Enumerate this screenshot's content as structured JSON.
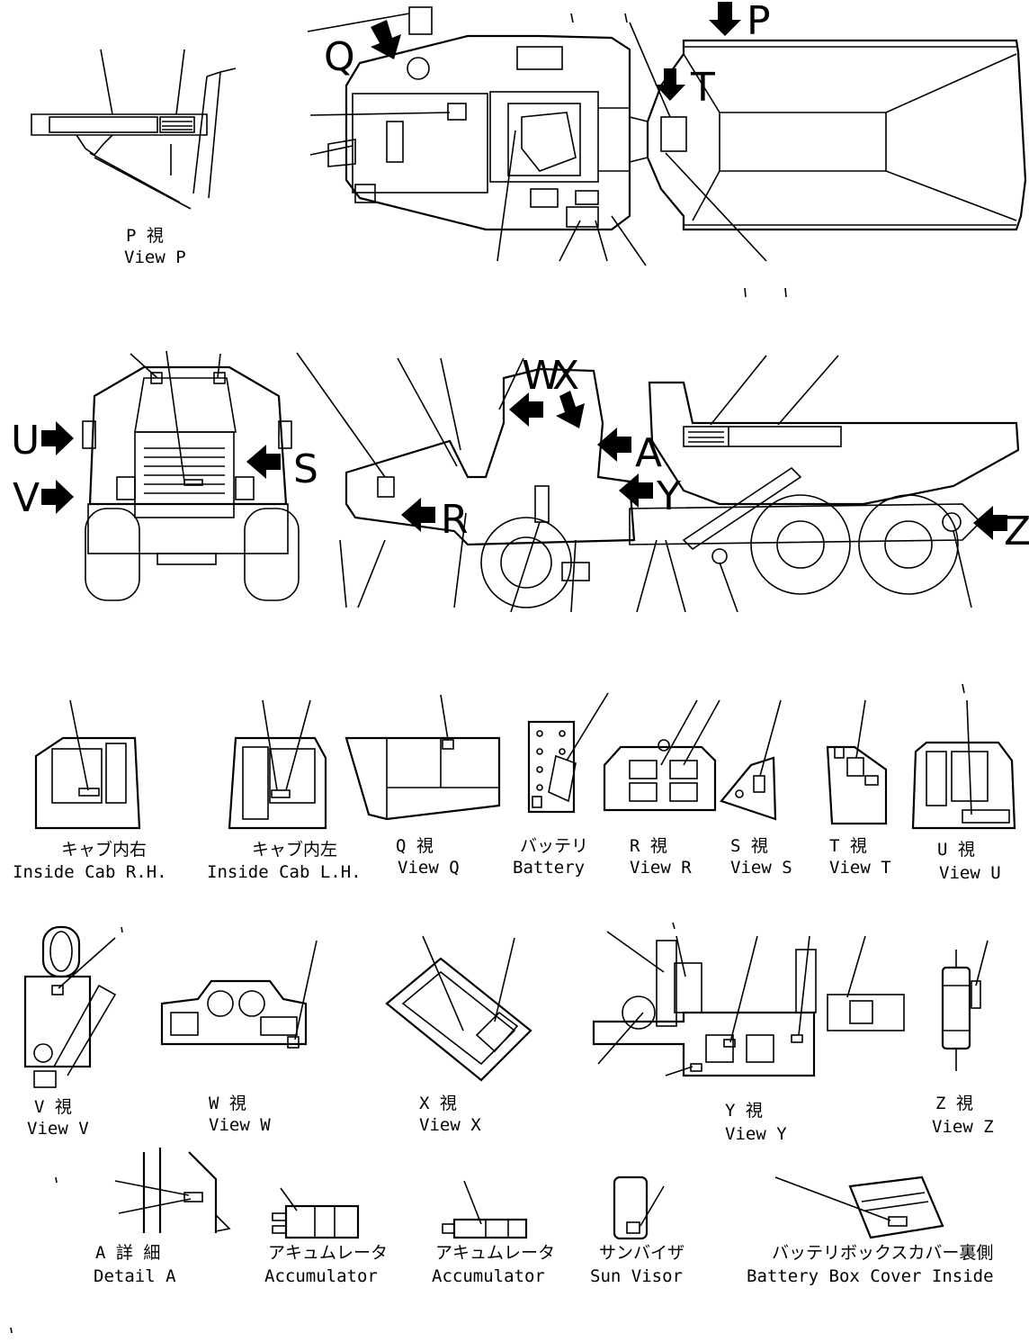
{
  "views": {
    "p": {
      "jp": "P 視",
      "en": "View P"
    },
    "cab_rh": {
      "jp": "キャブ内右",
      "en": "Inside Cab R.H."
    },
    "cab_lh": {
      "jp": "キャブ内左",
      "en": "Inside Cab L.H."
    },
    "q": {
      "jp": "Q 視",
      "en": "View Q"
    },
    "battery": {
      "jp": "バッテリ",
      "en": "Battery"
    },
    "r": {
      "jp": "R 視",
      "en": "View R"
    },
    "s": {
      "jp": "S 視",
      "en": "View S"
    },
    "t": {
      "jp": "T 視",
      "en": "View T"
    },
    "u": {
      "jp": "U 視",
      "en": "View U"
    },
    "v": {
      "jp": "V 視",
      "en": "View V"
    },
    "w": {
      "jp": "W 視",
      "en": "View W"
    },
    "x": {
      "jp": "X 視",
      "en": "View X"
    },
    "y": {
      "jp": "Y 視",
      "en": "View Y"
    },
    "z": {
      "jp": "Z 視",
      "en": "View Z"
    },
    "detail_a": {
      "jp": "A 詳 細",
      "en": "Detail A"
    },
    "accumulator_1": {
      "jp": "アキュムレータ",
      "en": "Accumulator"
    },
    "accumulator_2": {
      "jp": "アキュムレータ",
      "en": "Accumulator"
    },
    "sun_visor": {
      "jp": "サンバイザ",
      "en": "Sun Visor"
    },
    "battery_box": {
      "jp": "バッテリボックスカバー裏側",
      "en": "Battery Box Cover Inside"
    }
  },
  "arrow_letters": {
    "p": "P",
    "q": "Q",
    "t": "T",
    "u": "U",
    "v": "V",
    "s": "S",
    "w": "W",
    "x": "X",
    "a": "A",
    "y": "Y",
    "r": "R",
    "z": "Z"
  }
}
